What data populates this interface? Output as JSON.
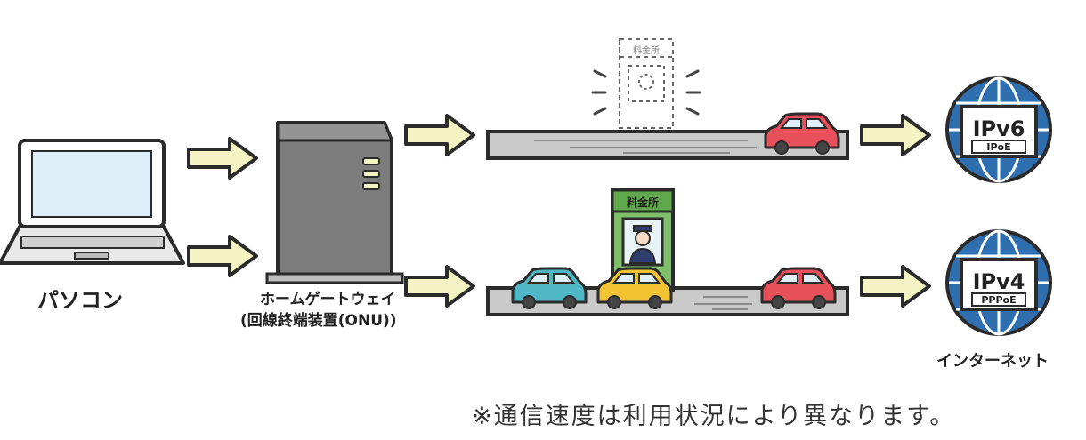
{
  "labels": {
    "pc": "パソコン",
    "gateway_line1": "ホームゲートウェイ",
    "gateway_line2": "(回線終端装置(ONU))",
    "internet": "インターネット",
    "footnote": "※通信速度は利用状況により異なります。"
  },
  "globes": {
    "top": {
      "protocol": "IPv6",
      "method": "IPoE"
    },
    "bottom": {
      "protocol": "IPv4",
      "method": "PPPoE"
    }
  },
  "booths": {
    "top_sign": "料金所",
    "bottom_sign": "料金所"
  },
  "colors": {
    "arrow_fill": "#f4f3c4",
    "outline": "#2b2b2b",
    "road": "#c9c9c9",
    "globe": "#2f6fb0",
    "booth_green": "#7fbf6a",
    "gateway_body": "#7c7c7c",
    "laptop_screen": "#dfeffa",
    "car_red": "#e8505b",
    "car_teal": "#4fb8c4",
    "car_yellow": "#f1c232"
  }
}
